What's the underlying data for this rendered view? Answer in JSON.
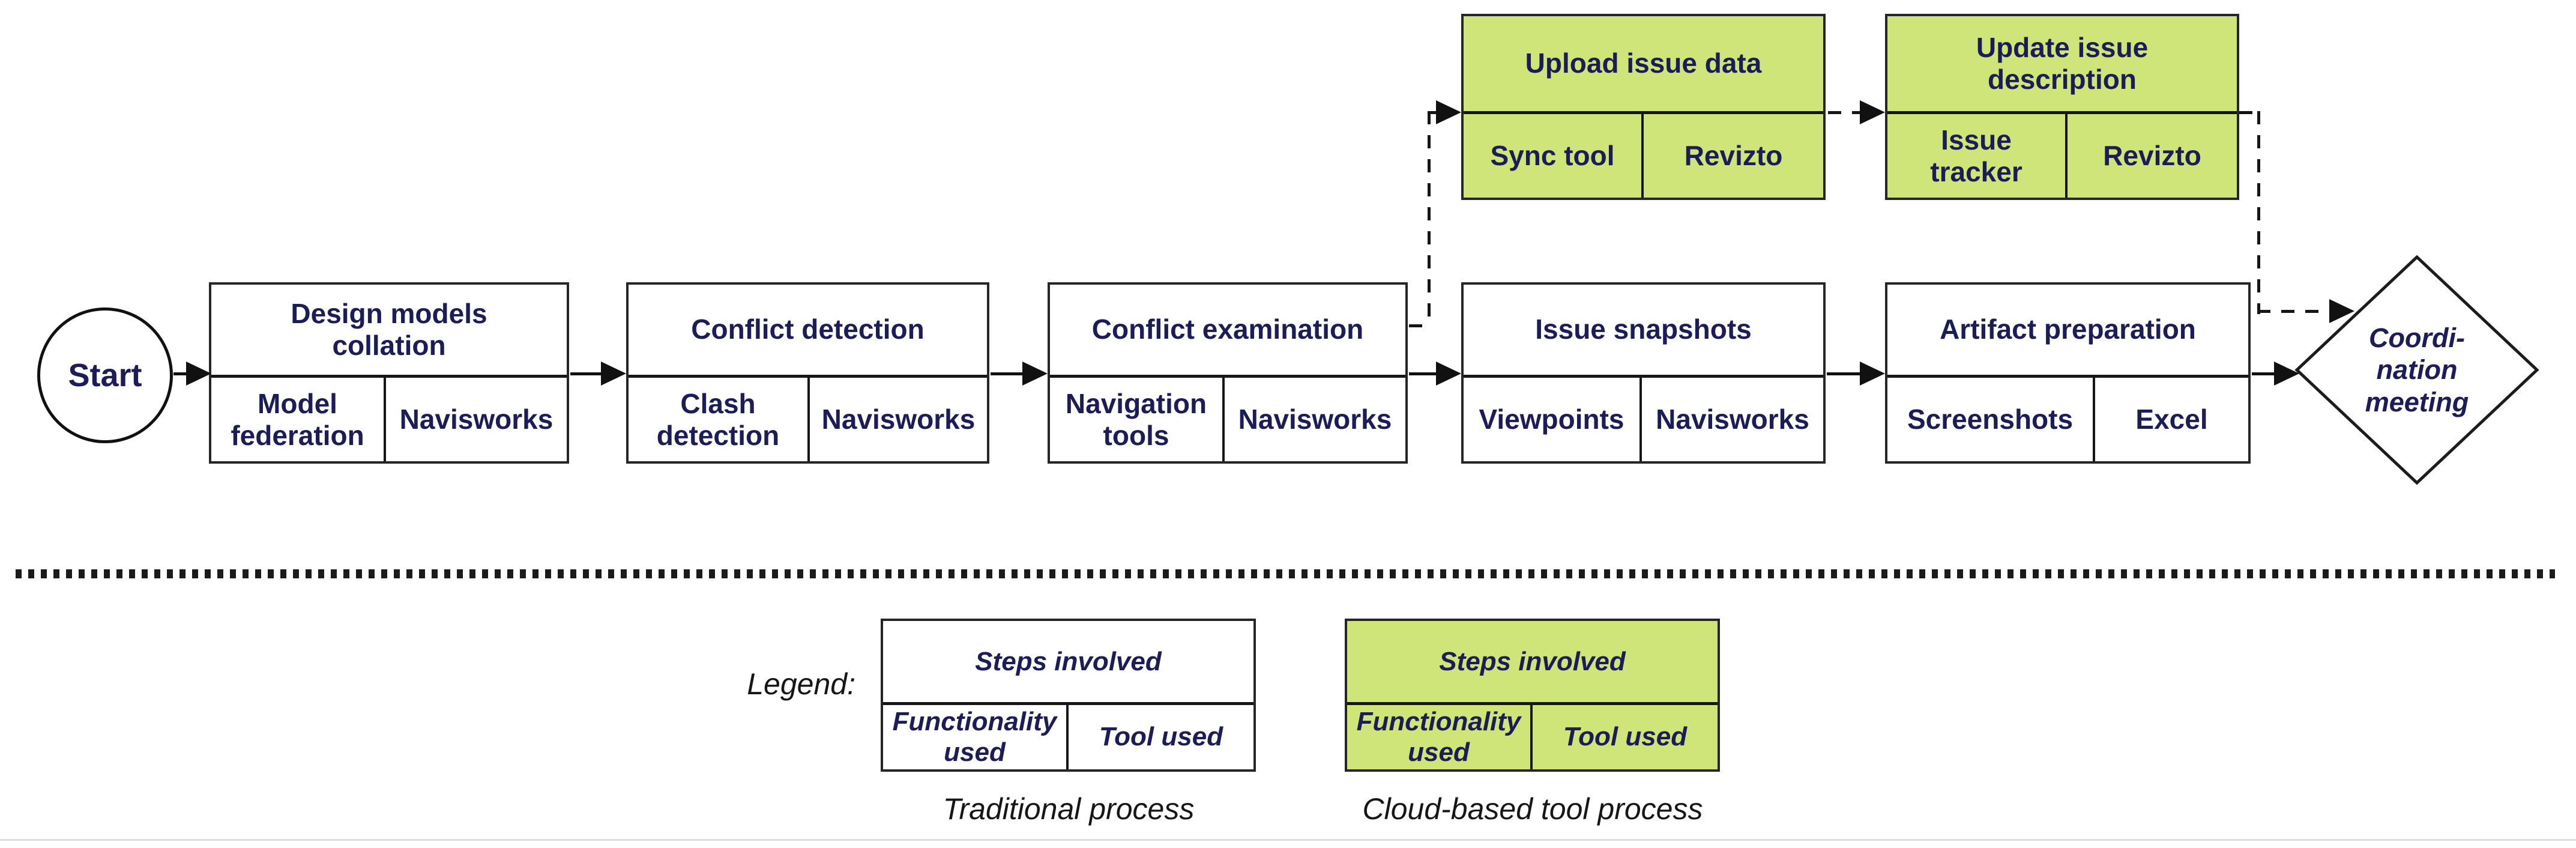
{
  "colors": {
    "cloud_process_fill": "#cfe57a",
    "traditional_fill": "#ffffff",
    "text_primary": "#1c1c56",
    "line_color": "#161616"
  },
  "flow": {
    "start_label": "Start",
    "steps": [
      {
        "title": "Design models collation",
        "functionality": "Model federation",
        "tool": "Navisworks"
      },
      {
        "title": "Conflict detection",
        "functionality": "Clash detection",
        "tool": "Navisworks"
      },
      {
        "title": "Conflict examination",
        "functionality": "Navigation tools",
        "tool": "Navisworks"
      },
      {
        "title": "Issue snapshots",
        "functionality": "Viewpoints",
        "tool": "Navisworks"
      },
      {
        "title": "Artifact preparation",
        "functionality": "Screenshots",
        "tool": "Excel"
      }
    ],
    "end_node": {
      "line1": "Coordi-",
      "line2": "nation",
      "line3": "meeting"
    }
  },
  "cloud_flow": {
    "steps": [
      {
        "title": "Upload issue data",
        "functionality": "Sync tool",
        "tool": "Revizto"
      },
      {
        "title": "Update issue description",
        "functionality": "Issue tracker",
        "tool": "Revizto"
      }
    ]
  },
  "legend": {
    "label": "Legend:",
    "box_title": "Steps involved",
    "box_functionality": "Functionality used",
    "box_tool": "Tool used",
    "traditional_caption": "Traditional process",
    "cloud_caption": "Cloud-based tool process"
  }
}
